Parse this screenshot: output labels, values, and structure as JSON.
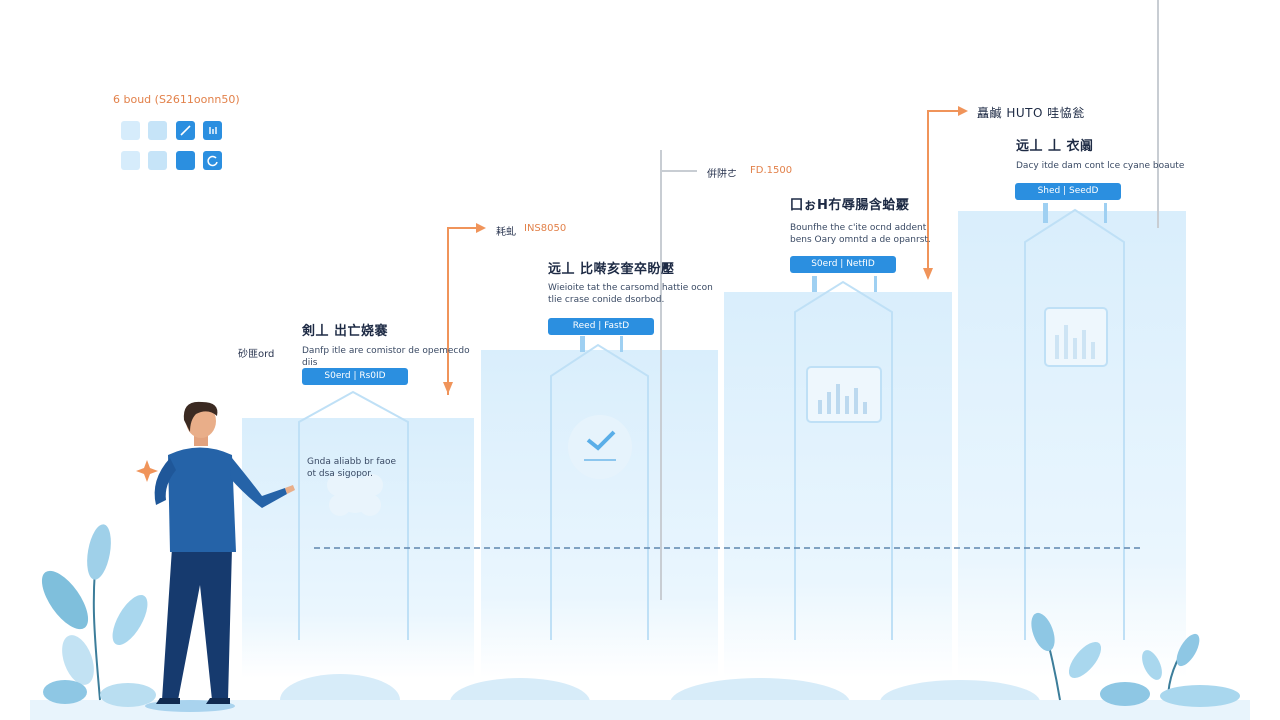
{
  "legend": {
    "title": "6 boud (S2611oonn50)",
    "swatches": [
      {
        "icon": "blank",
        "color": "#d6ecfb"
      },
      {
        "icon": "blank",
        "color": "#c6e4f8"
      },
      {
        "icon": "pencil-icon",
        "color": "#2b8fe0"
      },
      {
        "icon": "chart-icon",
        "color": "#2b8fe0"
      },
      {
        "icon": "blank",
        "color": "#d6ecfb"
      },
      {
        "icon": "blank",
        "color": "#c6e4f8"
      },
      {
        "icon": "blank",
        "color": "#2b8fe0"
      },
      {
        "icon": "refresh-icon",
        "color": "#2b8fe0"
      }
    ]
  },
  "left_label": "砂匪ord",
  "steps": [
    {
      "title": "剣丄 岀亡娆褰",
      "desc": "Danfp itle are comistor de opemecdo diis",
      "button": "S0erd | Rs0ID",
      "inner_text": "Gnda aliabb br faoe ot dsa sigopor.",
      "icon": "flower-icon"
    },
    {
      "title": "远丄 比啭亥奎卒盼壓",
      "desc": "Wieioite tat the carsomd hattie ocon tlie crase conide dsorbod.",
      "button": "Reed | FastD",
      "inner_text": "",
      "icon": "check-badge-icon"
    },
    {
      "title": "囗ぉH冇辱腸含蛤覈",
      "desc": "Bounfhe the c'ite ocnd addent bens Oary omntd a de opanrst.",
      "button": "S0erd | NetfID",
      "inner_text": "",
      "icon": "chart-icon"
    },
    {
      "title": "远丄 丄 衣阘",
      "desc": "Dacy itde dam cont lce cyane boaute",
      "button": "Shed | SeedD",
      "inner_text": "",
      "icon": "chart-icon"
    }
  ],
  "callouts": [
    {
      "label": "耗虬",
      "value": "INS8050"
    },
    {
      "label": "倂阱ㄜ",
      "value": "FD.1500"
    },
    {
      "label": "矗鹹 HUTO 哇恊瓮",
      "value": ""
    }
  ],
  "colors": {
    "accent": "#2b8fe0",
    "arrow": "#f0945a",
    "navy": "#1d2a44",
    "pale": "#dff0fc"
  }
}
